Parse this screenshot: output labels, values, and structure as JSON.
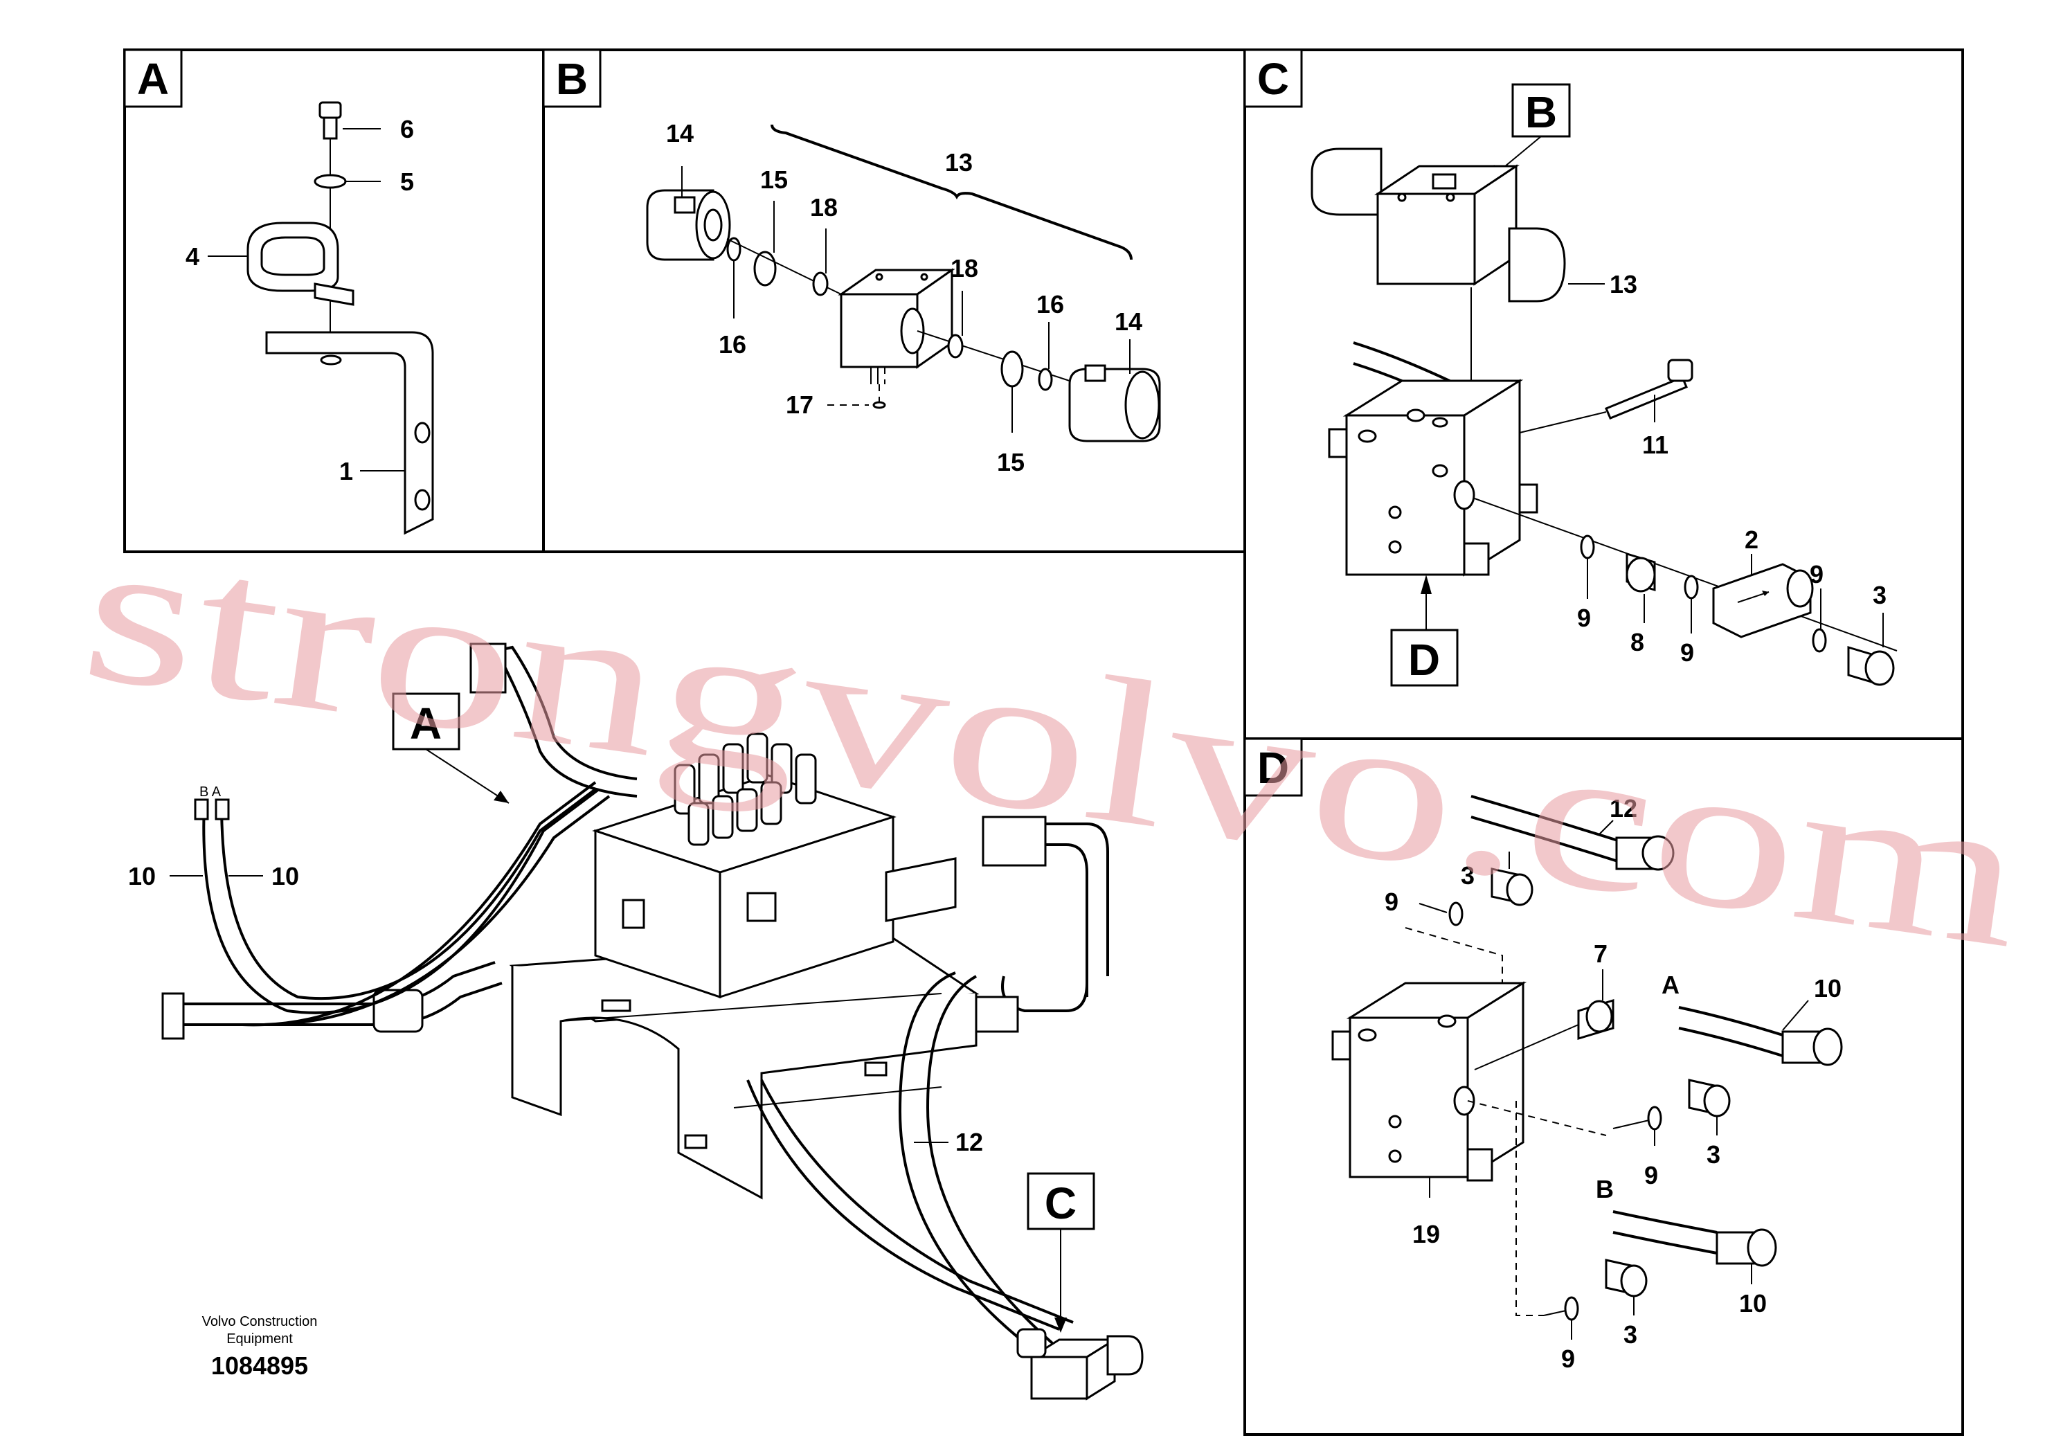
{
  "panels": {
    "A": {
      "letter": "A"
    },
    "B": {
      "letter": "B"
    },
    "C": {
      "letter": "C"
    },
    "D": {
      "letter": "D"
    }
  },
  "callouts": {
    "main_A": "A",
    "main_C": "C",
    "c_B": "B",
    "c_D": "D"
  },
  "labels": {
    "a1": "1",
    "a4": "4",
    "a5": "5",
    "a6": "6",
    "b13": "13",
    "b14a": "14",
    "b14b": "14",
    "b15a": "15",
    "b15b": "15",
    "b16a": "16",
    "b16b": "16",
    "b17": "17",
    "b18a": "18",
    "b18b": "18",
    "c2": "2",
    "c3": "3",
    "c8": "8",
    "c9a": "9",
    "c9b": "9",
    "c9c": "9",
    "c11": "11",
    "c13": "13",
    "d3a": "3",
    "d3b": "3",
    "d3c": "3",
    "d7": "7",
    "d9a": "9",
    "d9b": "9",
    "d9c": "9",
    "d10a": "10",
    "d10b": "10",
    "d12": "12",
    "d19": "19",
    "dA": "A",
    "dB": "B",
    "m10a": "10",
    "m10b": "10",
    "m12": "12",
    "mBA": "B A"
  },
  "footer": {
    "company_line1": "Volvo Construction",
    "company_line2": "Equipment",
    "doc_number": "1084895"
  },
  "watermark": "strongvolvo.com"
}
